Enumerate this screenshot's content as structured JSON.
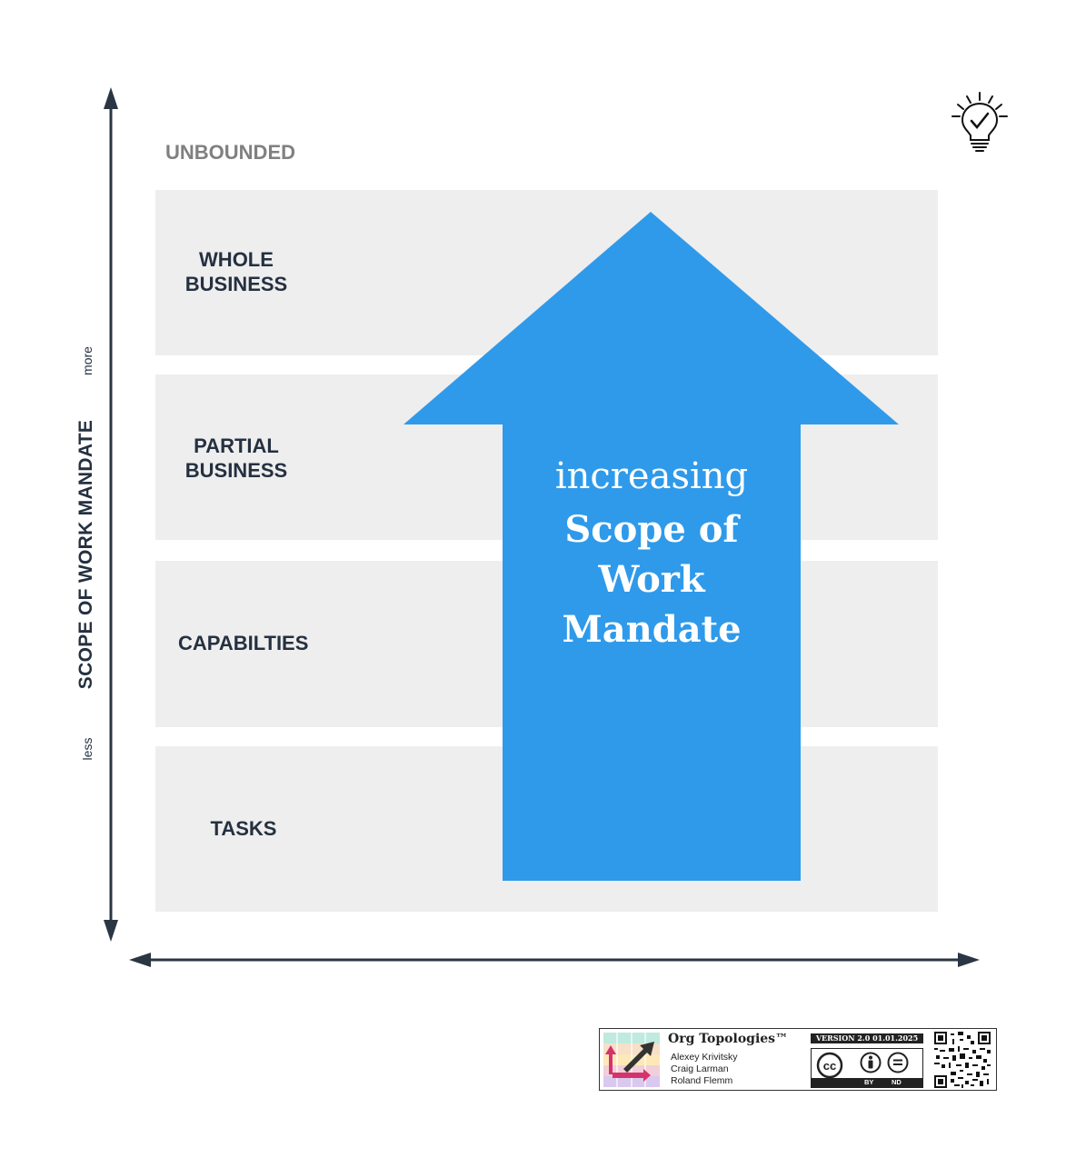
{
  "diagram": {
    "top_label": "UNBOUNDED",
    "axis_title": "SCOPE OF WORK MANDATE",
    "axis_more": "more",
    "axis_less": "less",
    "bands": [
      {
        "label": "WHOLE\nBUSINESS"
      },
      {
        "label": "PARTIAL\nBUSINESS"
      },
      {
        "label": "CAPABILTIES"
      },
      {
        "label": "TASKS"
      }
    ],
    "arrow": {
      "line1": "increasing",
      "line2": "Scope of\nWork\nMandate",
      "color": "#2f9aea"
    },
    "icon": "lightbulb-check-icon"
  },
  "footer": {
    "title": "Org Topologies™",
    "authors": [
      "Alexey Krivitsky",
      "Craig Larman",
      "Roland Flemm"
    ],
    "version": "VERSION 2.0   01.01.2025",
    "license": {
      "by": "BY",
      "nd": "ND"
    }
  },
  "colors": {
    "band": "#eeeeee",
    "text": "#253040",
    "muted": "#808080",
    "axis": "#2b3644"
  }
}
